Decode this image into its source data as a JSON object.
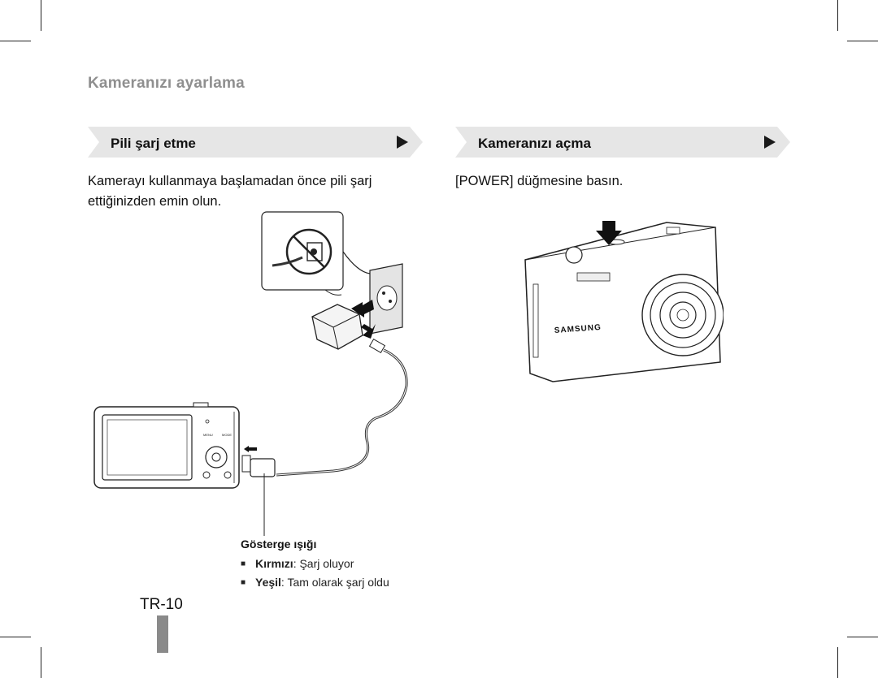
{
  "page": {
    "section_title": "Kameranızı ayarlama",
    "page_number": "TR-10"
  },
  "left": {
    "heading": "Pili şarj etme",
    "body": "Kamerayı kullanmaya başlamadan önce pili şarj ettiğinizden emin olun.",
    "caption": {
      "title": "Gösterge ışığı",
      "items": [
        {
          "key": "Kırmızı",
          "text": ": Şarj oluyor"
        },
        {
          "key": "Yeşil",
          "text": ": Tam olarak şarj oldu"
        }
      ]
    },
    "camera_labels": {
      "menu": "MENU",
      "mode": "MODE"
    }
  },
  "right": {
    "heading": "Kameranızı açma",
    "body_key": "[POWER]",
    "body_rest": " düğmesine basın.",
    "brand": "SAMSUNG"
  },
  "colors": {
    "heading_bar": "#e6e6e6",
    "arrow": "#1a1a1a",
    "section_title": "#8f8f8f",
    "edge_tab": "#8a8a8a"
  },
  "icons": [
    "arrow-right-icon",
    "down-arrow-icon",
    "no-plug-icon"
  ]
}
